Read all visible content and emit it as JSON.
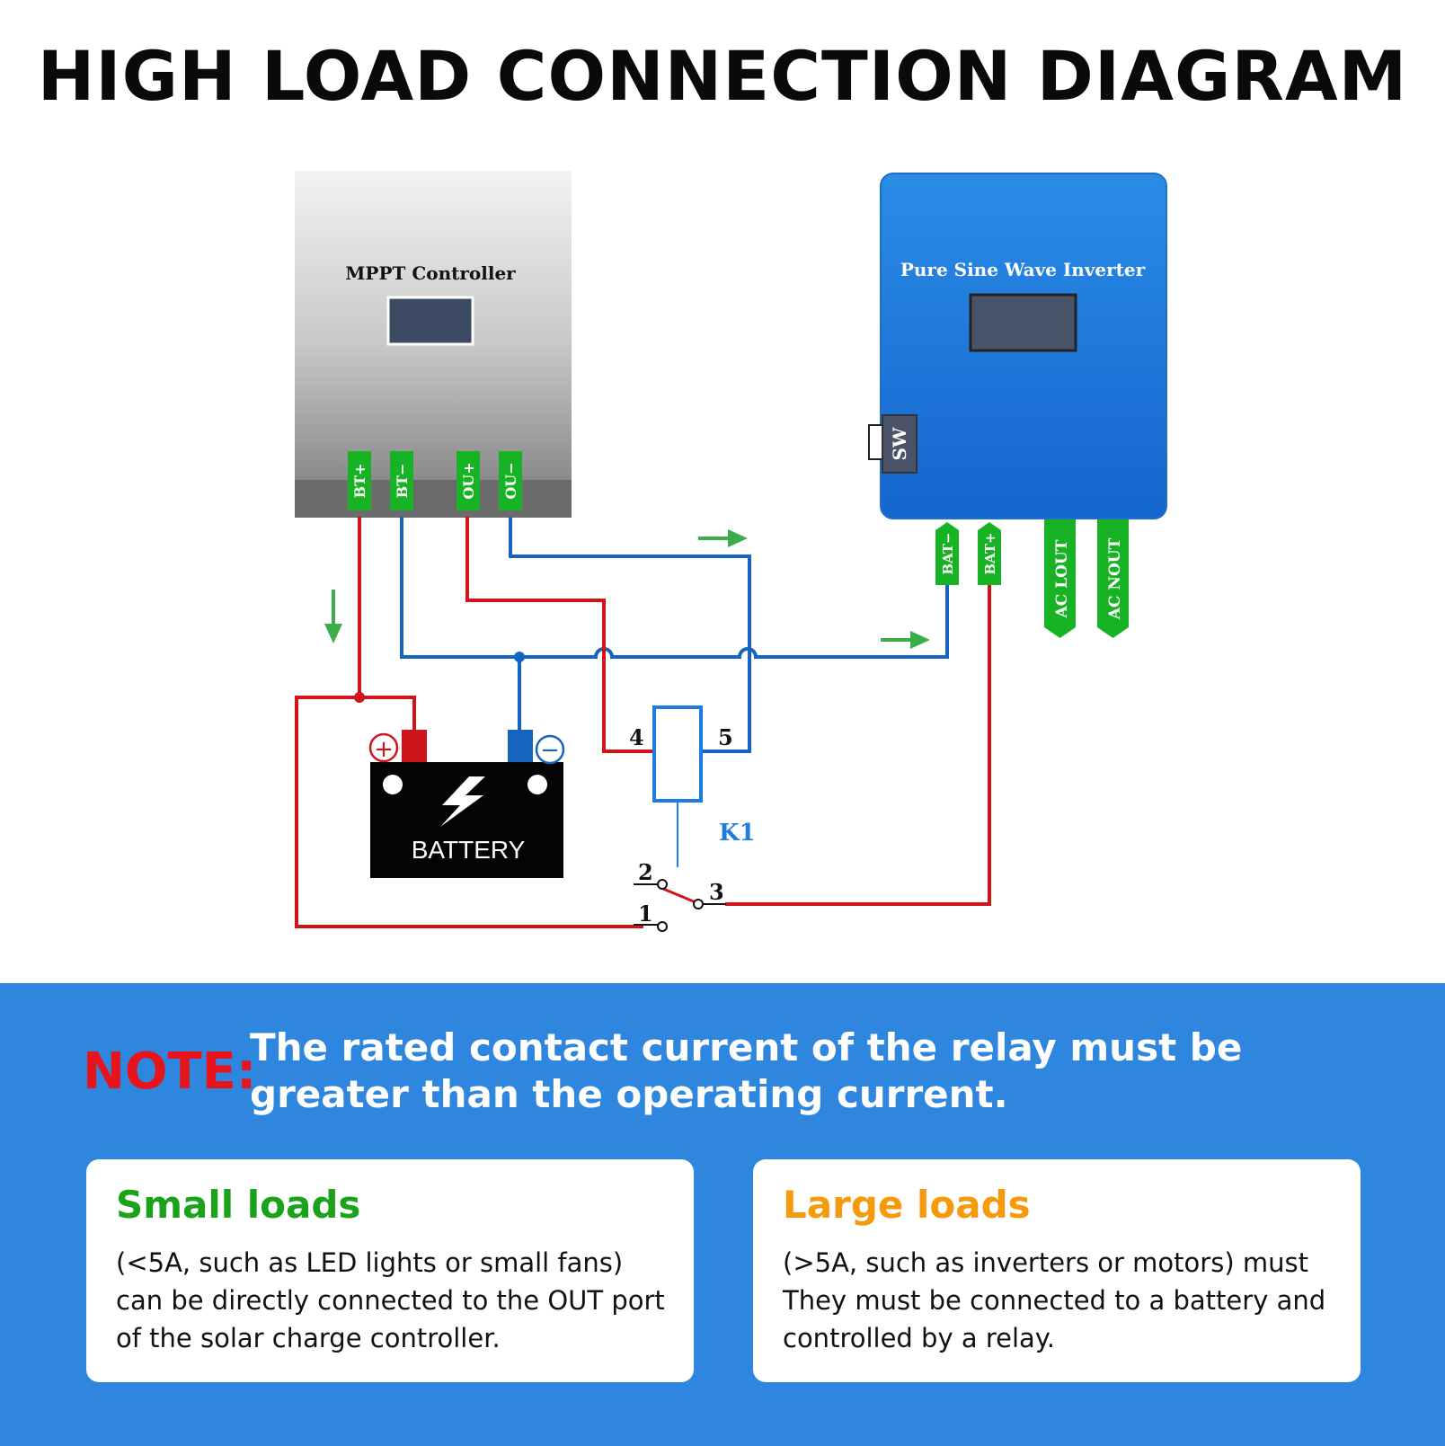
{
  "title": "HIGH LOAD CONNECTION DIAGRAM",
  "controller": {
    "label": "MPPT Controller",
    "terminals": [
      "BT+",
      "BT−",
      "OU+",
      "OU−"
    ]
  },
  "inverter": {
    "label": "Pure Sine Wave Inverter",
    "switch_label": "SW",
    "terminals": [
      "BAT−",
      "BAT+",
      "AC LOUT",
      "AC NOUT"
    ]
  },
  "battery": {
    "label": "BATTERY",
    "positive_symbol": "+",
    "negative_symbol": "−"
  },
  "relay": {
    "name": "K1",
    "coil_pins": [
      "4",
      "5"
    ],
    "contact_pins": [
      "2",
      "3",
      "1"
    ]
  },
  "colors": {
    "positive_wire": "#d0141c",
    "negative_wire": "#1565c0",
    "terminal": "#17b324",
    "banner": "#2e86de"
  },
  "note": {
    "label": "NOTE:",
    "text": "The rated contact current of the relay must be greater than the operating current."
  },
  "small_loads": {
    "title": "Small loads",
    "body": "(<5A, such as LED lights or small fans) can be directly connected to the OUT port of the solar charge controller."
  },
  "large_loads": {
    "title": "Large loads",
    "body": "(>5A, such as inverters or motors) must They must be connected to a battery and controlled by a relay."
  }
}
